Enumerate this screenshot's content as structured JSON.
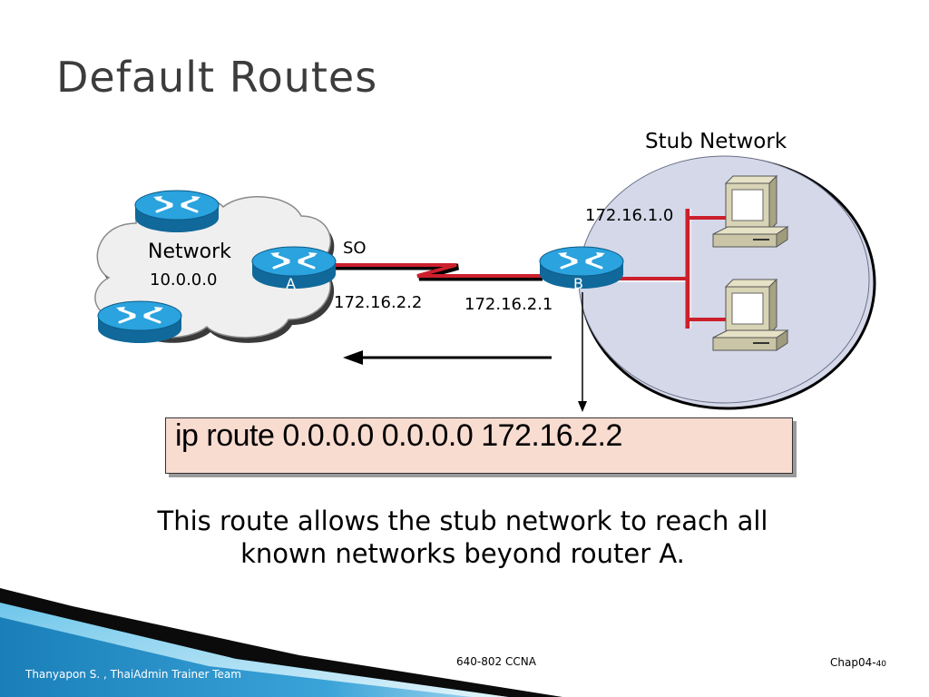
{
  "title": "Default Routes",
  "diagram": {
    "stub_label": "Stub Network",
    "stub_subnet": "172.16.1.0",
    "network_label": "Network",
    "network_address": "10.0.0.0",
    "router_a_label": "A",
    "router_b_label": "B",
    "serial_label": "SO",
    "ip_a": "172.16.2.2",
    "ip_b": "172.16.2.1"
  },
  "command": "ip route 0.0.0.0 0.0.0.0 172.16.2.2",
  "caption": {
    "line1": "This route allows the stub network to reach all",
    "line2": "known networks beyond router A."
  },
  "footer": {
    "author": "Thanyapon S. , ThaiAdmin Trainer Team",
    "course": "640-802 CCNA",
    "chapter": "Chap04-",
    "page": "40"
  },
  "colors": {
    "router_blue": "#1f9ad6",
    "serial_red": "#cc1f2c",
    "cloud_fill": "#efefef",
    "stub_fill": "#d4d8e8",
    "command_fill": "#f9dcd0",
    "footer_blue": "#2a8fc6"
  }
}
